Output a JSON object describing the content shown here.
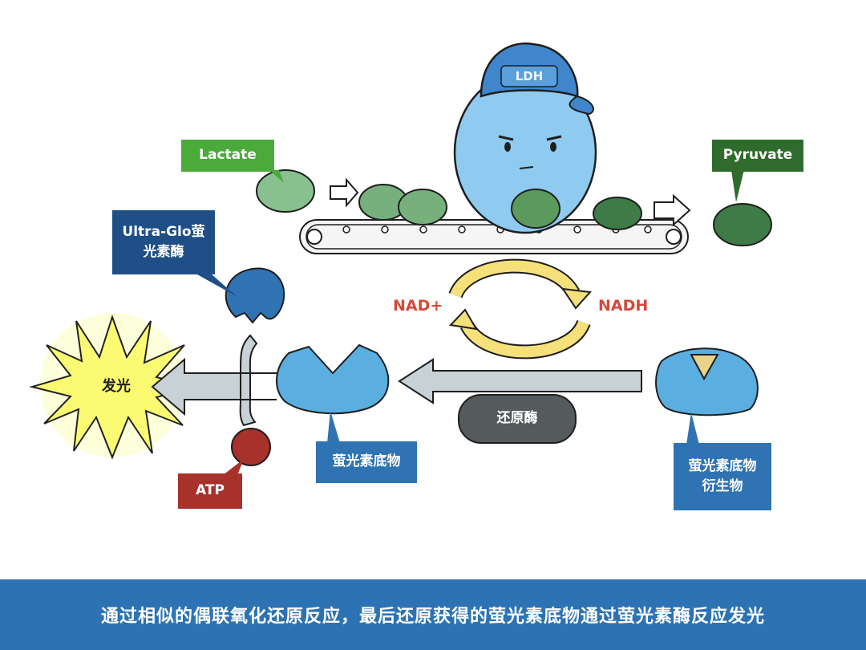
{
  "labels": {
    "lactate": "Lactate",
    "pyruvate": "Pyruvate",
    "ldh_hat": "LDH",
    "ultraglo": "Ultra-Glo萤\n光素酶",
    "nad_plus": "NAD+",
    "nadh": "NADH",
    "light": "发光",
    "atp": "ATP",
    "reductase": "还原酶",
    "luciferin": "萤光素底物",
    "luciferin_derivative": "萤光素底物\n衍生物"
  },
  "caption": "通过相似的偶联氧化还原反应，最后还原获得的萤光素底物通过萤光素酶反应发光",
  "colors": {
    "lactate_label": "#4aab3b",
    "pyruvate_label": "#2f6b2c",
    "blue_label": "#2f73b3",
    "dark_blue_label": "#1f4f86",
    "atp_label": "#a8312b",
    "nad_text": "#d24a3a",
    "footer": "#2d73b3"
  }
}
